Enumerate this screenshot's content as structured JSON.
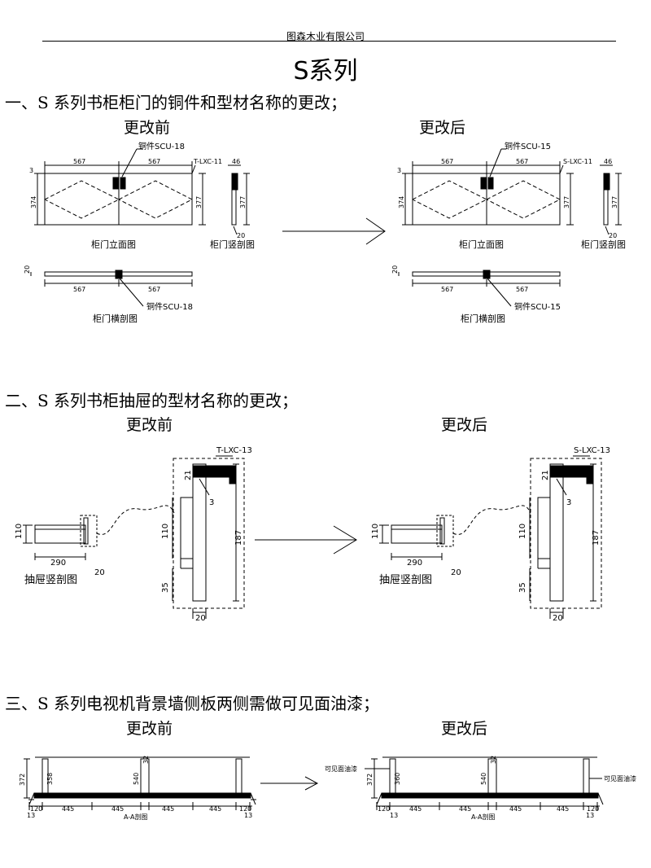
{
  "header": {
    "company": "图森木业有限公司",
    "title": "S系列"
  },
  "sections": [
    {
      "title": "一、S 系列书柜柜门的铜件和型材名称的更改；",
      "before_label": "更改前",
      "after_label": "更改后",
      "before": {
        "hardware": "铜件SCU-18",
        "profile": "T-LXC-11",
        "hardware_bottom": "铜件SCU-18",
        "elevation_caption": "柜门立面图",
        "vsection_caption": "柜门竖剖图",
        "hsection_caption": "柜门横剖图",
        "dims": {
          "w_left": "567",
          "w_right": "567",
          "h_left": "374",
          "h_right": "377",
          "thick": "3",
          "top": "46",
          "side": "377",
          "bottom": "20",
          "hs_thick": "20",
          "hs_left": "567",
          "hs_right": "567"
        }
      },
      "after": {
        "hardware": "铜件SCU-15",
        "profile": "S-LXC-11",
        "hardware_bottom": "铜件SCU-15",
        "elevation_caption": "柜门立面图",
        "vsection_caption": "柜门竖剖图",
        "hsection_caption": "柜门横剖图",
        "dims": {
          "w_left": "567",
          "w_right": "567",
          "h_left": "374",
          "h_right": "377",
          "thick": "3",
          "top": "46",
          "side": "377",
          "bottom": "20",
          "hs_thick": "20",
          "hs_left": "567",
          "hs_right": "567"
        }
      }
    },
    {
      "title": "二、S 系列书柜抽屉的型材名称的更改；",
      "before_label": "更改前",
      "after_label": "更改后",
      "before": {
        "profile": "T-LXC-13",
        "caption": "抽屉竖剖图",
        "dims": {
          "h": "110",
          "w": "290",
          "t": "20",
          "d21": "21",
          "d3": "3",
          "d110": "110",
          "d187": "187",
          "d35": "35",
          "d20": "20"
        }
      },
      "after": {
        "profile": "S-LXC-13",
        "caption": "抽屉竖剖图",
        "dims": {
          "h": "110",
          "w": "290",
          "t": "20",
          "d21": "21",
          "d3": "3",
          "d110": "110",
          "d187": "187",
          "d35": "35",
          "d20": "20"
        }
      }
    },
    {
      "title": "三、S 系列电视机背景墙侧板两侧需做可见面油漆；",
      "before_label": "更改前",
      "after_label": "更改后",
      "before": {
        "caption": "A-A剖图",
        "dims": {
          "h": "372",
          "a": "358",
          "b": "540",
          "c": "32",
          "w1": "120",
          "w2": "445",
          "w3": "445",
          "w4": "445",
          "w5": "445",
          "w6": "120",
          "e1": "13",
          "e2": "13"
        }
      },
      "after": {
        "caption": "A-A剖图",
        "paint_left": "可见面油漆",
        "paint_right": "可见面油漆",
        "dims": {
          "h": "372",
          "a": "360",
          "b": "540",
          "c": "32",
          "w1": "120",
          "w2": "445",
          "w3": "445",
          "w4": "445",
          "w5": "445",
          "w6": "120",
          "e1": "13",
          "e2": "13"
        }
      }
    }
  ]
}
